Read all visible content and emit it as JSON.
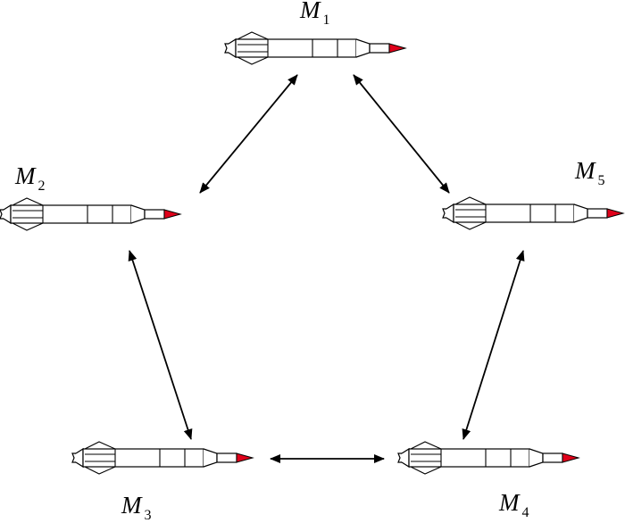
{
  "diagram": {
    "nodes": [
      {
        "id": "m1",
        "letter": "M",
        "sub": "1"
      },
      {
        "id": "m2",
        "letter": "M",
        "sub": "2"
      },
      {
        "id": "m3",
        "letter": "M",
        "sub": "3"
      },
      {
        "id": "m4",
        "letter": "M",
        "sub": "4"
      },
      {
        "id": "m5",
        "letter": "M",
        "sub": "5"
      }
    ],
    "links": [
      {
        "from": "m1",
        "to": "m2",
        "direction": "bidirectional"
      },
      {
        "from": "m1",
        "to": "m5",
        "direction": "bidirectional"
      },
      {
        "from": "m2",
        "to": "m3",
        "direction": "bidirectional"
      },
      {
        "from": "m5",
        "to": "m4",
        "direction": "bidirectional"
      },
      {
        "from": "m3",
        "to": "m4",
        "direction": "bidirectional"
      }
    ],
    "colors": {
      "line": "#000000",
      "missile_body": "#ffffff",
      "missile_nose": "#e0001a"
    },
    "icon": "missile-icon"
  }
}
